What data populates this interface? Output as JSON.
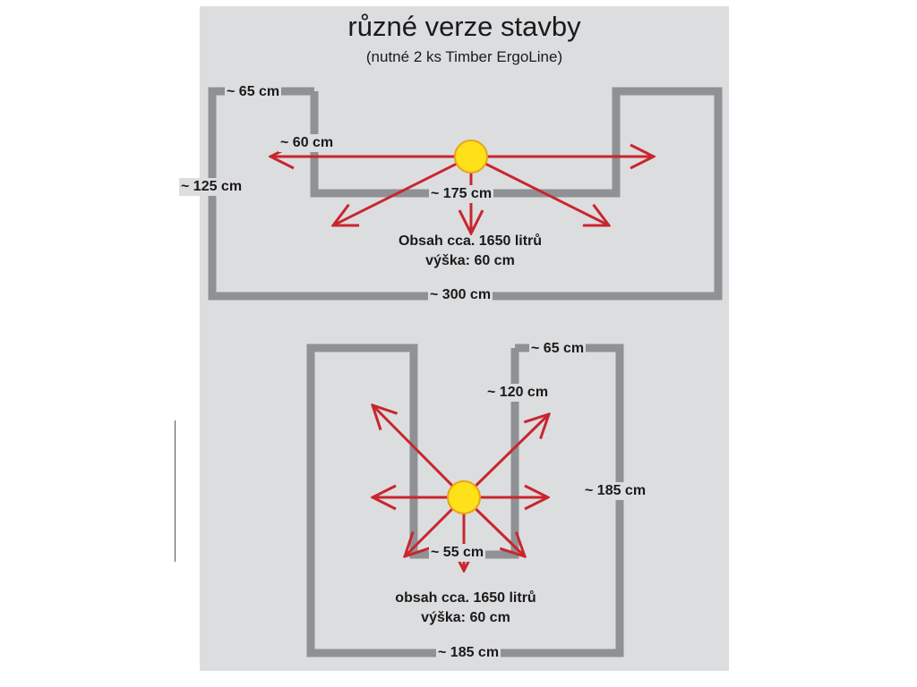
{
  "title": "různé verze stavby",
  "subtitle": "(nutné 2 ks Timber ErgoLine)",
  "top_layout": {
    "dim_width_left": "~ 65 cm",
    "dim_depth_inner": "~ 60 cm",
    "dim_height_left": "~ 125 cm",
    "dim_inner_width": "~ 175 cm",
    "dim_total_width": "~ 300 cm",
    "capacity": "Obsah cca. 1650 litrů",
    "height": "výška: 60 cm"
  },
  "bottom_layout": {
    "dim_width_right": "~ 65 cm",
    "dim_inner_height": "~ 120 cm",
    "dim_total_height": "~ 185 cm",
    "dim_gap": "~ 55 cm",
    "dim_total_width": "~ 185 cm",
    "capacity": "obsah cca. 1650 litrů",
    "height": "výška: 60 cm"
  },
  "colors": {
    "wall": "#8f9194",
    "arrow": "#c8262d",
    "source_fill": "#ffe11a",
    "source_stroke": "#e8a317",
    "background": "#dcdddf"
  },
  "icons": [
    "sun-source-icon",
    "arrow-icon"
  ]
}
